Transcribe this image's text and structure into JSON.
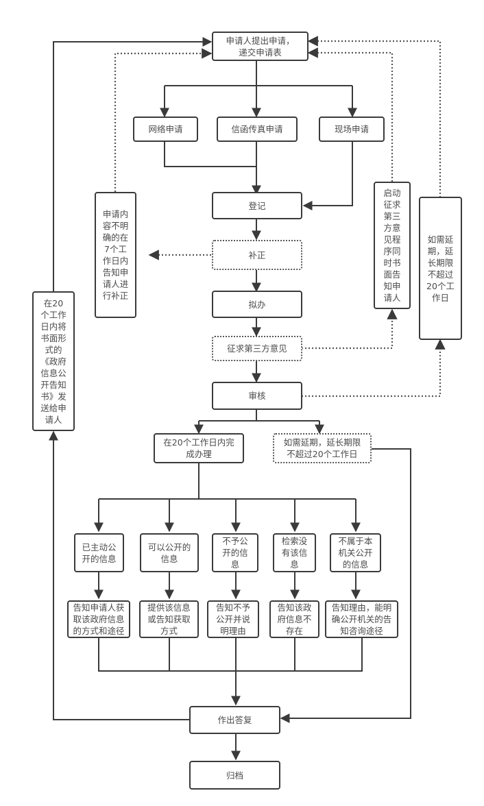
{
  "diagram": {
    "type": "flowchart",
    "nodes": {
      "submit": "申请人提出申请，\n递交申请表",
      "online": "网络申请",
      "letter_fax": "信函传真申请",
      "onsite": "现场申请",
      "register": "登记",
      "correction": "补正",
      "correction_note": "申请内\n容不明\n确的在\n7个工\n作日内\n告知申\n请人进\n行补正",
      "draft": "拟办",
      "third_party": "征求第三方意见",
      "third_party_note": "启动\n征求\n第三\n方意\n见程\n序同\n时书\n面告\n知申\n请人",
      "review": "审核",
      "extension_note": "如需延\n期，延\n长期限\n不超过\n20个工\n作日",
      "written_notice": "在20\n个工作\n日内将\n书面形\n式的\n《政府\n信息公\n开告知\n书》发\n送给申\n请人",
      "complete_20": "在20个工作日内完\n成办理",
      "extension": "如需延期，延长期限\n不超过20个工作日",
      "cat_active": "已主动公\n开的信息",
      "cat_can": "可以公开的\n信息",
      "cat_not": "不予公\n开的信\n息",
      "cat_none": "检索没\n有该信\n息",
      "cat_other": "不属于本\n机关公开\n的信息",
      "res_active": "告知申请人获\n取该政府信息\n的方式和途径",
      "res_can": "提供该信息\n或告知获取\n方式",
      "res_not": "告知不予\n公开并说\n明理由",
      "res_none": "告知该政\n府信息不\n存在",
      "res_other": "告知理由，能明\n确公开机关的告\n知咨询途径",
      "reply": "作出答复",
      "archive": "归档"
    },
    "colors": {
      "line": "#3a3a3a",
      "dotted": "#555555",
      "text": "#4a4a4a"
    }
  }
}
